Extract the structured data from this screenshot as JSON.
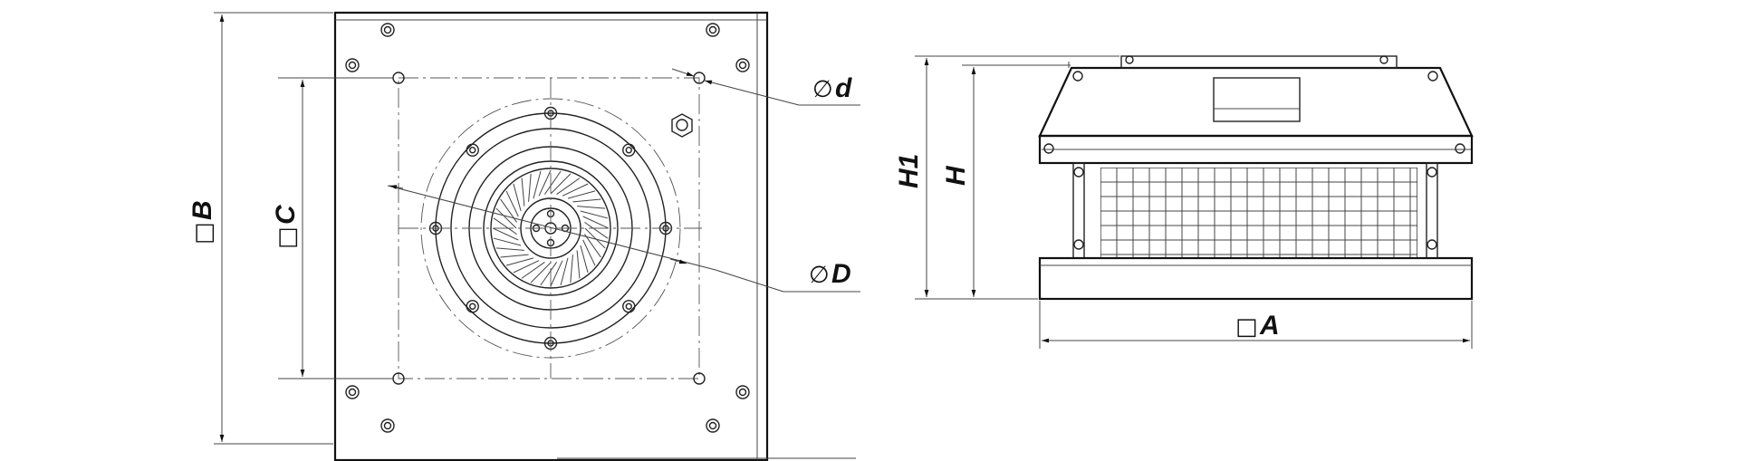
{
  "dimensions": {
    "B": {
      "symbol": "□",
      "letter": "B"
    },
    "C": {
      "symbol": "□",
      "letter": "C"
    },
    "d": {
      "symbol": "∅",
      "letter": "d"
    },
    "D": {
      "symbol": "∅",
      "letter": "D"
    },
    "H1": {
      "letter": "H1"
    },
    "H": {
      "letter": "H"
    },
    "A": {
      "symbol": "□",
      "letter": "A"
    }
  },
  "colors": {
    "line": "#222222",
    "background": "#ffffff"
  }
}
